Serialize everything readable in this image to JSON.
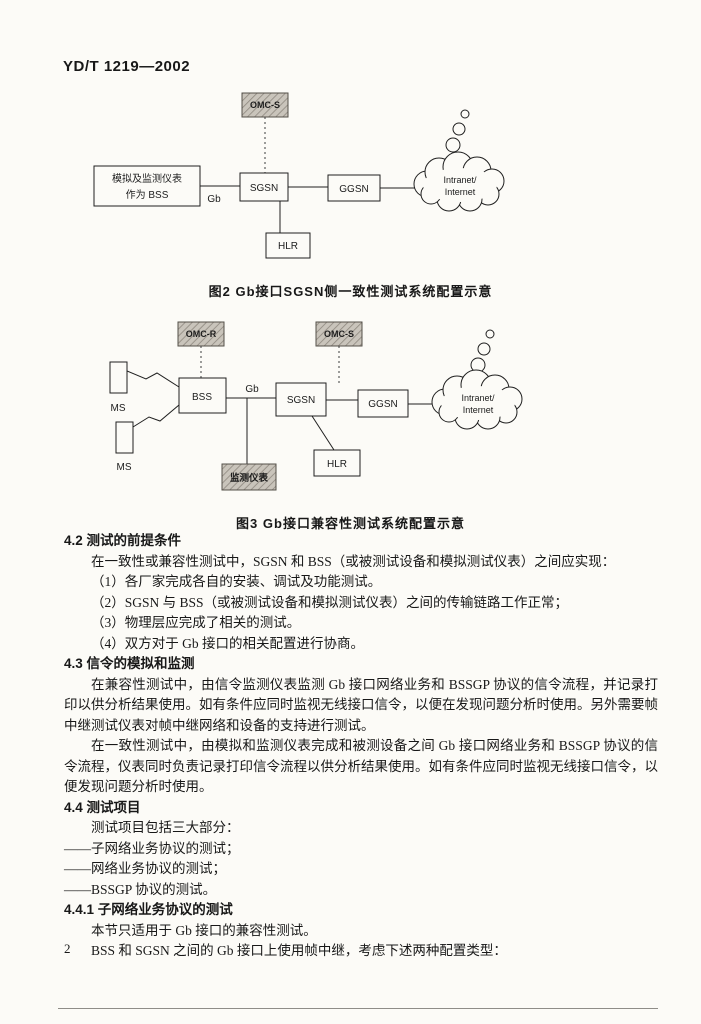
{
  "header": {
    "doc_number": "YD/T 1219—2002"
  },
  "figure2": {
    "caption": "图2  Gb接口SGSN侧一致性测试系统配置示意",
    "omcs": "OMC-S",
    "bss_line1": "模拟及监测仪表",
    "bss_line2": "作为 BSS",
    "gb_label": "Gb",
    "sgsn": "SGSN",
    "ggsn": "GGSN",
    "cloud_line1": "Intranet/",
    "cloud_line2": "Internet",
    "hlr": "HLR"
  },
  "figure3": {
    "caption": "图3  Gb接口兼容性测试系统配置示意",
    "omcr": "OMC-R",
    "omcs": "OMC-S",
    "ms1": "MS",
    "ms2": "MS",
    "bss": "BSS",
    "gb_label": "Gb",
    "sgsn": "SGSN",
    "ggsn": "GGSN",
    "cloud_line1": "Intranet/",
    "cloud_line2": "Internet",
    "hlr": "HLR",
    "monitor": "监测仪表"
  },
  "sections": {
    "s42": {
      "heading": "4.2  测试的前提条件",
      "intro": "在一致性或兼容性测试中，SGSN 和 BSS（或被测试设备和模拟测试仪表）之间应实现：",
      "items": [
        "（1）各厂家完成各自的安装、调试及功能测试。",
        "（2）SGSN 与 BSS（或被测试设备和模拟测试仪表）之间的传输链路工作正常；",
        "（3）物理层应完成了相关的测试。",
        "（4）双方对于 Gb 接口的相关配置进行协商。"
      ]
    },
    "s43": {
      "heading": "4.3  信令的模拟和监测",
      "para1": "在兼容性测试中，由信令监测仪表监测 Gb 接口网络业务和 BSSGP 协议的信令流程，并记录打印以供分析结果使用。如有条件应同时监视无线接口信令，以便在发现问题分析时使用。另外需要帧中继测试仪表对帧中继网络和设备的支持进行测试。",
      "para2": "在一致性测试中，由模拟和监测仪表完成和被测设备之间 Gb 接口网络业务和 BSSGP 协议的信令流程，仪表同时负责记录打印信令流程以供分析结果使用。如有条件应同时监视无线接口信令，以便发现问题分析时使用。"
    },
    "s44": {
      "heading": "4.4  测试项目",
      "intro": "测试项目包括三大部分：",
      "items": [
        "——子网络业务协议的测试；",
        "——网络业务协议的测试；",
        "——BSSGP 协议的测试。"
      ]
    },
    "s441": {
      "heading": "4.4.1  子网络业务协议的测试",
      "para1": "本节只适用于 Gb 接口的兼容性测试。",
      "para2": "BSS 和 SGSN 之间的 Gb 接口上使用帧中继，考虑下述两种配置类型："
    }
  },
  "footer": {
    "page_number": "2"
  }
}
